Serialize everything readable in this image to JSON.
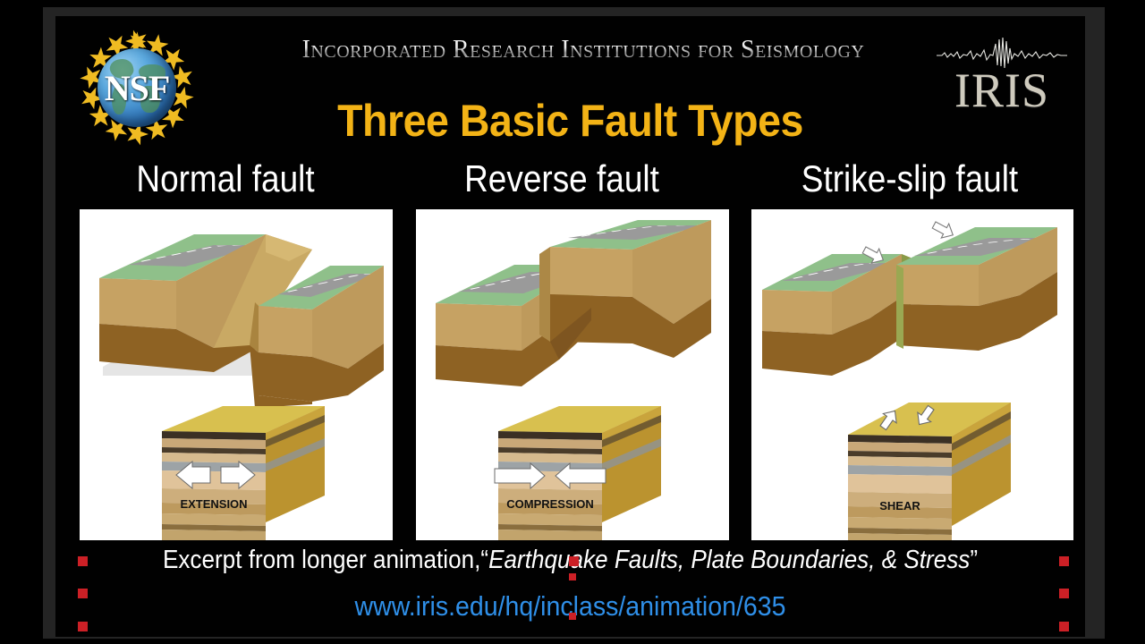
{
  "window": {
    "background": "#000000",
    "frame_color": "#242424",
    "slide_background": "#010101"
  },
  "header": {
    "nsf_logo_text": "NSF",
    "org_title": "Incorporated Research Institutions for Seismology",
    "iris_logo_text": "IRIS",
    "iris_wave_icon": "seismogram-waveform-icon"
  },
  "title": {
    "text": "Three Basic Fault Types",
    "color": "#F3B316"
  },
  "columns": [
    {
      "heading": "Normal fault",
      "stress_label": "EXTENSION",
      "stress_arrows": "diverging-arrows-icon",
      "fault_type": "normal"
    },
    {
      "heading": "Reverse fault",
      "stress_label": "COMPRESSION",
      "stress_arrows": "converging-arrows-icon",
      "fault_type": "reverse"
    },
    {
      "heading": "Strike-slip fault",
      "stress_label": "SHEAR",
      "stress_arrows": "offset-shear-arrows-icon",
      "fault_type": "strike-slip"
    }
  ],
  "caption": {
    "lead": "Excerpt from longer animation,",
    "quote_open": "“",
    "animation_title": "Earthquake Faults, Plate Boundaries, & Stress",
    "quote_close": "”"
  },
  "link": {
    "url": "www.iris.edu/hq/inclass/animation/635",
    "color": "#2F8FE8"
  },
  "selection_handles": {
    "color": "#CC2026",
    "count": 7
  },
  "palette": {
    "grass_green": "#8FC08A",
    "road_gray": "#9A9A9A",
    "soil_tan": "#C8A464",
    "soil_brown": "#8E6223",
    "block_top_olive": "#D8C04F",
    "arrow_white": "#FFFFFF"
  }
}
